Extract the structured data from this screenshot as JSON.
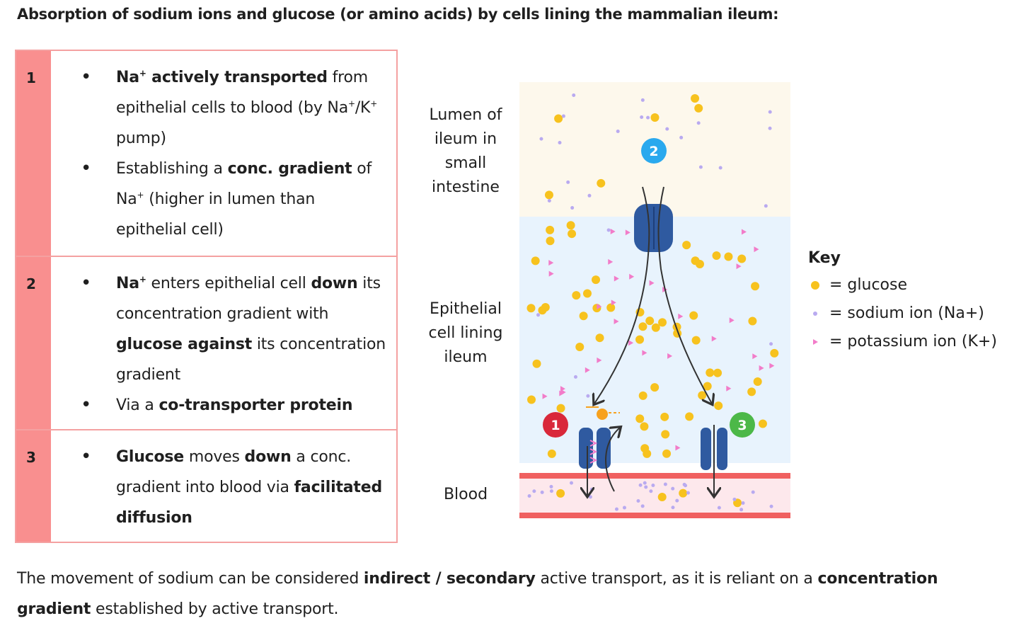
{
  "title": "Absorption of sodium ions and glucose (or amino acids) by cells lining the mammalian ileum:",
  "steps": [
    {
      "number": "1",
      "bullets": [
        [
          {
            "t": "Na",
            "b": true
          },
          {
            "t": "+",
            "b": true,
            "sup": true
          },
          {
            "t": " actively transported",
            "b": true
          },
          {
            "t": " from epithelial cells to blood (by Na"
          },
          {
            "t": "+",
            "sup": true
          },
          {
            "t": "/K"
          },
          {
            "t": "+",
            "sup": true
          },
          {
            "t": " pump)"
          }
        ],
        [
          {
            "t": "Establishing a "
          },
          {
            "t": "conc. gradient",
            "b": true
          },
          {
            "t": " of Na"
          },
          {
            "t": "+",
            "sup": true
          },
          {
            "t": " (higher in lumen than epithelial cell)"
          }
        ]
      ]
    },
    {
      "number": "2",
      "bullets": [
        [
          {
            "t": "Na",
            "b": true
          },
          {
            "t": "+",
            "b": true,
            "sup": true
          },
          {
            "t": " enters epithelial cell "
          },
          {
            "t": "down",
            "b": true
          },
          {
            "t": " its concentration gradient with "
          },
          {
            "t": "glucose against",
            "b": true
          },
          {
            "t": " its concentration gradient"
          }
        ],
        [
          {
            "t": "Via a "
          },
          {
            "t": "co-transporter protein",
            "b": true
          }
        ]
      ]
    },
    {
      "number": "3",
      "bullets": [
        [
          {
            "t": "Glucose",
            "b": true
          },
          {
            "t": " moves "
          },
          {
            "t": "down",
            "b": true
          },
          {
            "t": " a conc. gradient into blood via "
          },
          {
            "t": "facilitated diffusion",
            "b": true
          }
        ]
      ]
    }
  ],
  "diagram": {
    "lumen_label": "Lumen of ileum in small intestine",
    "epithelial_label": "Epithelial cell lining ileum",
    "blood_label": "Blood",
    "markers": [
      "1",
      "2",
      "3"
    ],
    "colors": {
      "lumen_bg": "#fdf8ec",
      "cell_bg": "#e8f3fd",
      "blood_bg": "#fde8ec",
      "blood_line": "#f06060",
      "protein": "#2f5aa0",
      "glucose": "#f7c21e",
      "sodium": "#b9aaf0",
      "potassium": "#f27cc9",
      "marker1": "#d9283a",
      "marker2": "#2aa9ee",
      "marker3": "#4cb848"
    }
  },
  "key": {
    "title": "Key",
    "items": [
      {
        "label": "= glucose",
        "icon": "glucose-dot-icon"
      },
      {
        "label": "= sodium ion (Na+)",
        "icon": "sodium-dot-icon"
      },
      {
        "label": "= potassium ion (K+)",
        "icon": "potassium-triangle-icon"
      }
    ]
  },
  "footer": [
    {
      "t": "The movement of sodium can be considered "
    },
    {
      "t": "indirect / secondary",
      "b": true
    },
    {
      "t": " active transport, as it is reliant on a "
    },
    {
      "t": "concentration gradient",
      "b": true
    },
    {
      "t": " established by active transport."
    }
  ]
}
